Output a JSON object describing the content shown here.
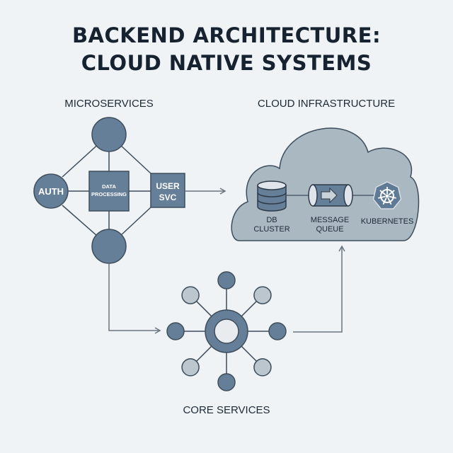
{
  "title": {
    "line1": "BACKEND ARCHITECTURE:",
    "line2": "CLOUD NATIVE SYSTEMS"
  },
  "sections": {
    "microservices": {
      "label": "MICROSERVICES",
      "nodes": {
        "auth": "AUTH",
        "data_processing": [
          "DATA",
          "PROCESSING"
        ],
        "user_svc": [
          "USER",
          "SVC"
        ]
      }
    },
    "cloud": {
      "label": "CLOUD INFRASTRUCTURE",
      "components": {
        "db": {
          "icon": "database-icon",
          "label": [
            "DB",
            "CLUSTER"
          ]
        },
        "queue": {
          "icon": "message-queue-icon",
          "label": [
            "MESSAGE",
            "QUEUE"
          ]
        },
        "kubernetes": {
          "icon": "kubernetes-helm-icon",
          "label": "KUBERNETES"
        }
      }
    },
    "core": {
      "label": "CORE SERVICES"
    }
  },
  "colors": {
    "background": "#eff3f5",
    "node_fill": "#667f98",
    "node_stroke": "#3e4d5c",
    "cloud_fill": "#aab8c2",
    "satellite_light": "#bcc6ce",
    "hub_center": "#e8ecef",
    "edge": "#3e4d5c",
    "arrow": "#6a7580",
    "text_dark": "#16222f"
  }
}
